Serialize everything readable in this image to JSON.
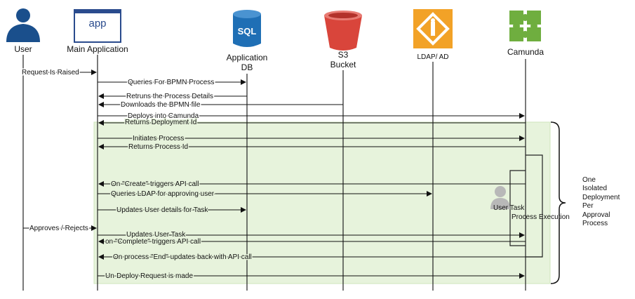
{
  "participants": {
    "user": "User",
    "main_app": "Main Application",
    "app_icon_text": "app",
    "app_db": [
      "Application",
      "DB"
    ],
    "sql_icon_text": "SQL",
    "s3": [
      "S3",
      "Bucket"
    ],
    "ldap": "LDAP/ AD",
    "camunda": "Camunda"
  },
  "messages": [
    "Request Is Raised",
    "Queries For BPMN Process",
    "Retruns the Process Details",
    "Downloads the BPMN file",
    "Deploys into Camunda",
    "Returns Deployment Id",
    "Initiates Process",
    "Returns Process Id",
    "On \"Create\" triggers API call",
    "Queries LDAP for approving user",
    "Updates User details for Task",
    "Approves / Rejects",
    "Updates User Task",
    "on \"Complete\" triggers API call",
    "On process \"End\" updates back with API call",
    "Un-Deploy Request is made"
  ],
  "labels": {
    "user_task": "User Task",
    "process_execution": "Process Execution",
    "isolated_deployment": [
      "One",
      "Isolated",
      "Deployment",
      "Per",
      "Approval",
      "Process"
    ]
  },
  "colors": {
    "region_fill": "#e7f3dc",
    "region_stroke": "#cfe4bd",
    "user_blue": "#1a4f8c",
    "sql_blue": "#1f6fb5",
    "s3_red": "#d9453b",
    "ldap_orange": "#f2a227",
    "camunda_green": "#6fae3f",
    "app_blue": "#2a4b8d"
  }
}
